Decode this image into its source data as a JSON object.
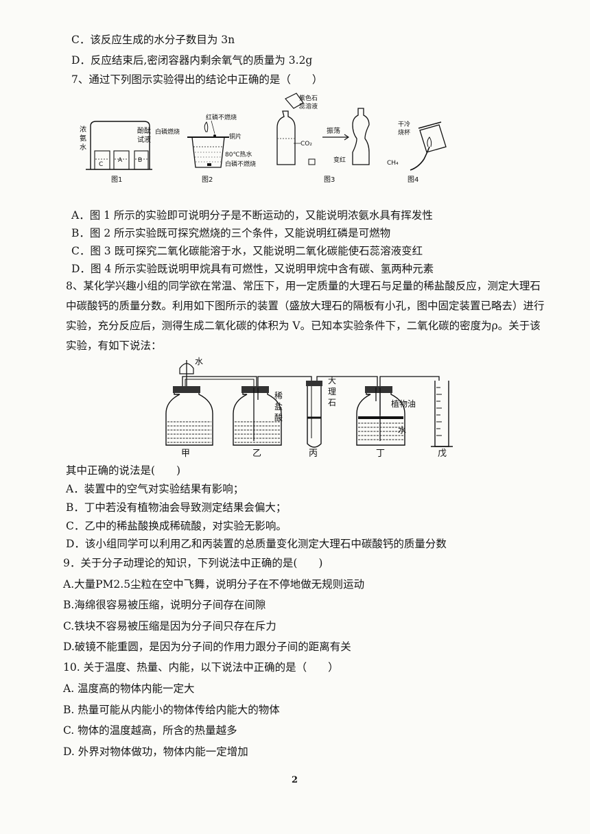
{
  "q6": {
    "c": "C．该反应生成的水分子数目为 3n",
    "d": "D．反应结束后,密闭容器内剩余氧气的质量为 3.2g"
  },
  "q7": {
    "stem": "7、通过下列图示实验得出的结论中正确的是（　　）",
    "fig1": {
      "caption": "图1",
      "ammonia": [
        "浓",
        "氨",
        "水"
      ],
      "phenol": [
        "酚酞",
        "试液"
      ],
      "a": "A",
      "b": "B",
      "c": "C"
    },
    "fig2": {
      "caption": "图2",
      "red_p": "红磷不燃烧",
      "white_p_burn": "白磷燃烧",
      "copper": "铜片",
      "hot_water": "80℃热水",
      "white_p_no": "白磷不燃烧"
    },
    "fig3": {
      "caption": "图3",
      "litmus": [
        "紫色石",
        "蕊溶液"
      ],
      "co2": "CO₂",
      "shake": "振荡",
      "turn_red": "变红"
    },
    "fig4": {
      "caption": "图4",
      "cup": [
        "干冷",
        "烧杯"
      ],
      "ch4": "CH₄"
    },
    "options": [
      "A．图 1 所示的实验即可说明分子是不断运动的，又能说明浓氨水具有挥发性",
      "B．图 2 所示实验既可探究燃烧的三个条件，又能说明红磷是可燃物",
      "C．图 3 既可探究二氧化碳能溶于水，又能说明二氧化碳能使石蕊溶液变红",
      "D．图 4 所示实验既说明甲烷具有可燃性，又说明甲烷中含有碳、氢两种元素"
    ]
  },
  "q8": {
    "stem": "8、某化学兴趣小组的同学欲在常温、常压下，用一定质量的大理石与足量的稀盐酸反应，测定大理石中碳酸钙的质量分数。利用如下图所示的装置（盛放大理石的隔板有小孔，图中固定装置已略去）进行实验，充分反应后，测得生成二氧化碳的体积为 V。已知本实验条件下，二氧化碳的密度为ρ。关于该实验，有如下说法：",
    "fig": {
      "water": "水",
      "acid": [
        "稀",
        "盐",
        "酸"
      ],
      "marble": [
        "大",
        "理",
        "石"
      ],
      "oil": "植物油",
      "water2": "水",
      "labels": [
        "甲",
        "乙",
        "丙",
        "丁",
        "戊"
      ]
    },
    "prompt": "其中正确的说法是(　　)",
    "options": [
      "A．装置中的空气对实验结果有影响；",
      "B．丁中若没有植物油会导致测定结果会偏大；",
      "C．乙中的稀盐酸换成稀硫酸，对实验无影响。",
      "D．该小组同学可以利用乙和丙装置的总质量变化测定大理石中碳酸钙的质量分数"
    ]
  },
  "q9": {
    "stem": "9．关于分子动理论的知识，下列说法中正确的是(　　)",
    "options": [
      "A.大量PM2.5尘粒在空中飞舞，说明分子在不停地做无规则运动",
      "B.海绵很容易被压缩，说明分子间存在间隙",
      "C.铁块不容易被压缩是因为分子间只存在斥力",
      "D.破镜不能重圆，是因为分子间的作用力跟分子间的距离有关"
    ]
  },
  "q10": {
    "stem": "10. 关于温度、热量、内能，以下说法中正确的是（　　）",
    "options": [
      "A.  温度高的物体内能一定大",
      "B.  热量可能从内能小的物体传给内能大的物体",
      "C.  物体的温度越高，所含的热量越多",
      "D.  外界对物体做功，物体内能一定增加"
    ]
  },
  "page_number": "2"
}
